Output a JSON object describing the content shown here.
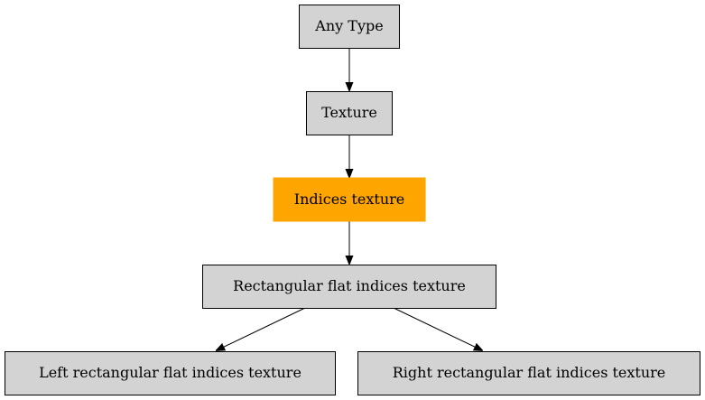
{
  "diagram": {
    "nodes": [
      {
        "id": "any-type",
        "label": "Any Type",
        "fill": "#d3d3d3",
        "highlighted": false
      },
      {
        "id": "texture",
        "label": "Texture",
        "fill": "#d3d3d3",
        "highlighted": false
      },
      {
        "id": "indices-texture",
        "label": "Indices texture",
        "fill": "#ffa500",
        "highlighted": true
      },
      {
        "id": "rect-flat-indices-texture",
        "label": "Rectangular flat indices texture",
        "fill": "#d3d3d3",
        "highlighted": false
      },
      {
        "id": "left-rect-flat-indices-texture",
        "label": "Left rectangular flat indices texture",
        "fill": "#d3d3d3",
        "highlighted": false
      },
      {
        "id": "right-rect-flat-indices-texture",
        "label": "Right rectangular flat indices texture",
        "fill": "#d3d3d3",
        "highlighted": false
      }
    ],
    "edges": [
      {
        "from": "any-type",
        "to": "texture"
      },
      {
        "from": "texture",
        "to": "indices-texture"
      },
      {
        "from": "indices-texture",
        "to": "rect-flat-indices-texture"
      },
      {
        "from": "rect-flat-indices-texture",
        "to": "left-rect-flat-indices-texture"
      },
      {
        "from": "rect-flat-indices-texture",
        "to": "right-rect-flat-indices-texture"
      }
    ]
  }
}
